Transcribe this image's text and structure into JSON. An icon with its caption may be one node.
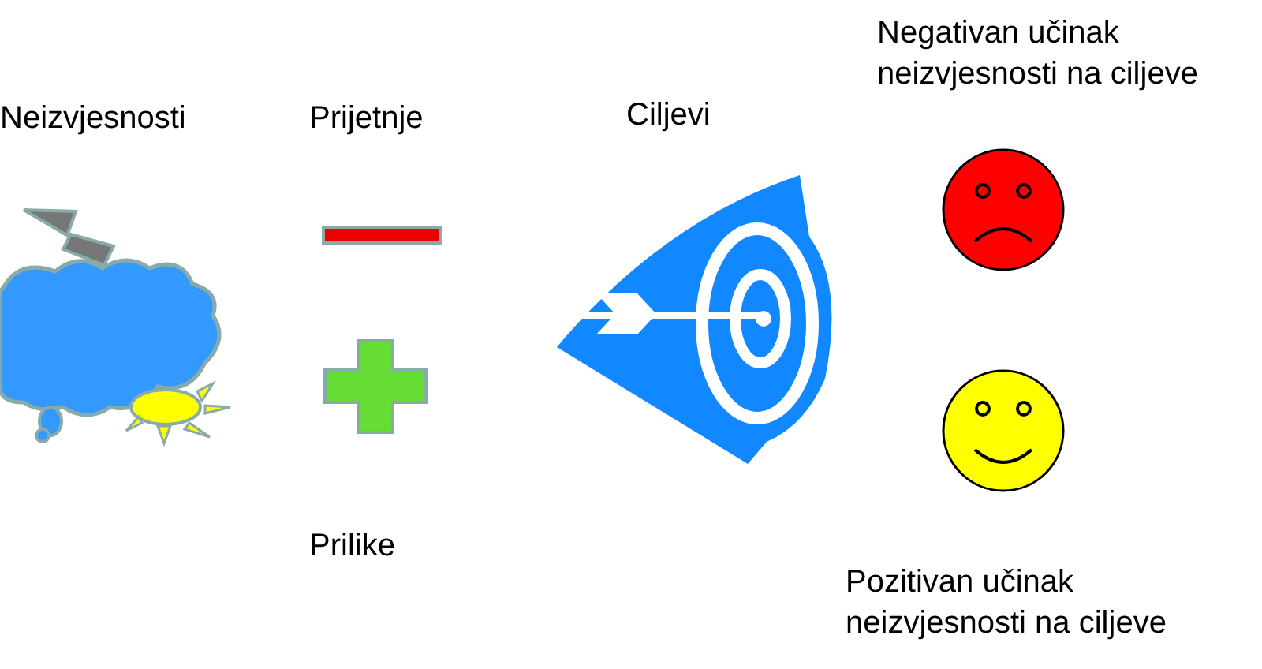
{
  "diagram": {
    "labels": [
      "Negativan učinak neizvjesnosti na ciljeve",
      "Neizvjesnosti",
      "Prijetnje",
      "Ciljevi",
      "Prilike",
      "Pozitivan učinak neizvjesnosti na ciljeve"
    ]
  }
}
